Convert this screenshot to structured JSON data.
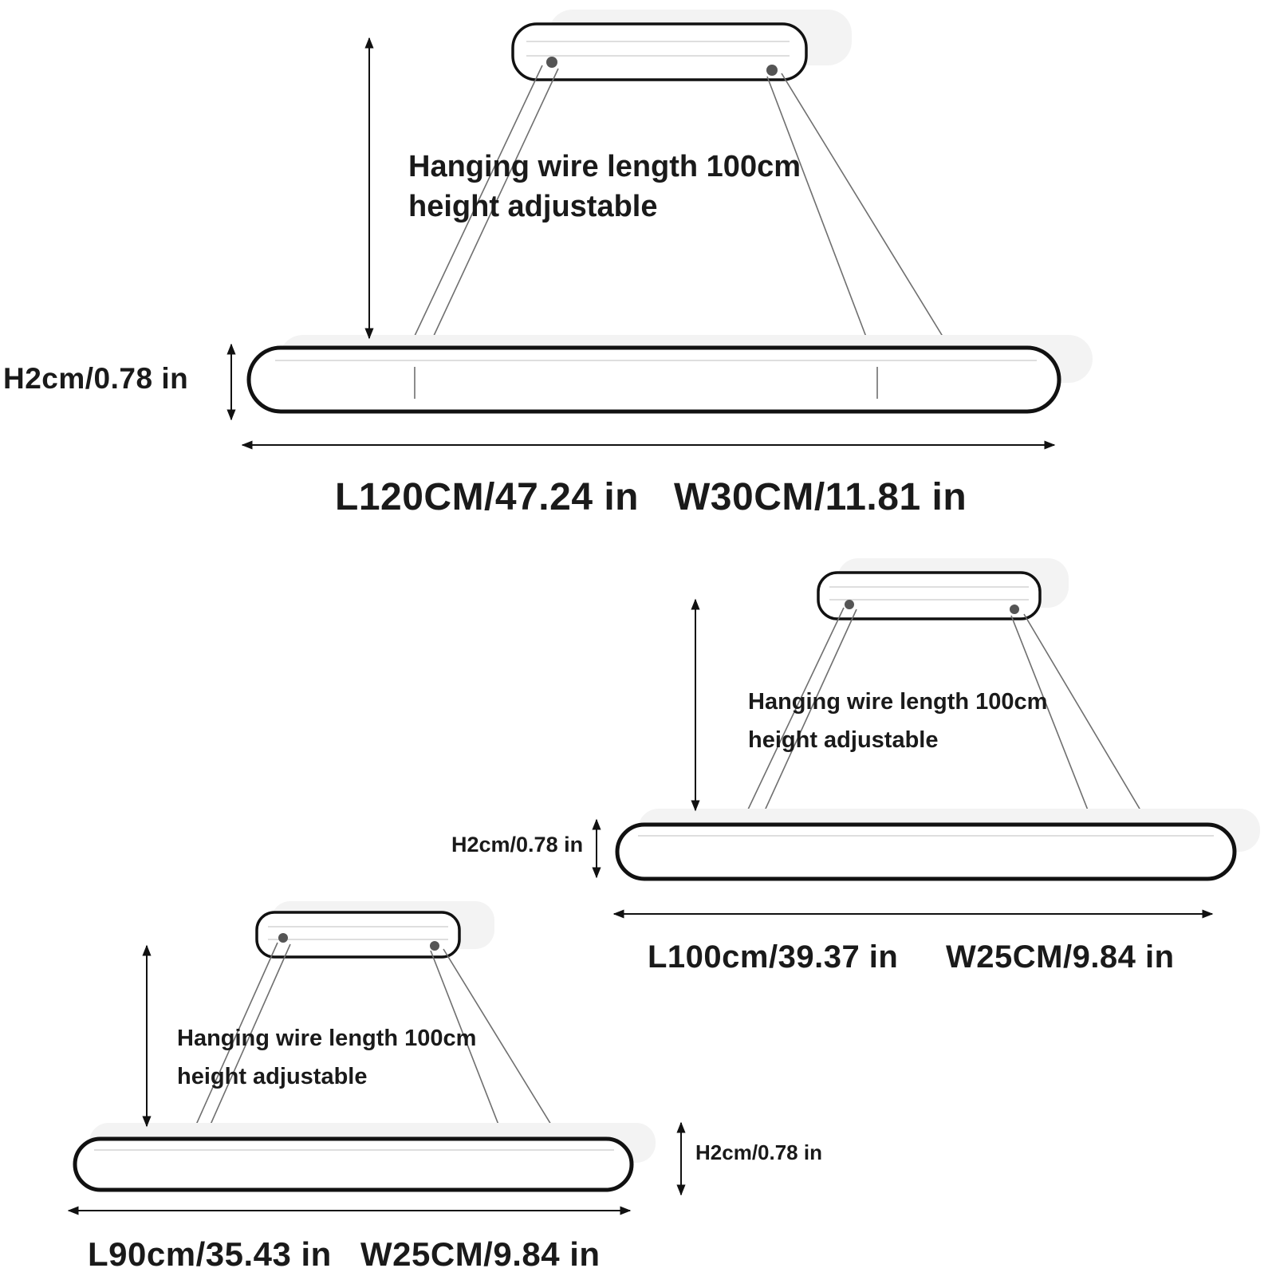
{
  "diagram": {
    "large": {
      "wire_label_line1": "Hanging wire length 100cm",
      "wire_label_line2": "height adjustable",
      "height_label": "H2cm/0.78 in",
      "length_label": "L120CM/47.24 in",
      "width_label": "W30CM/11.81 in"
    },
    "medium": {
      "wire_label_line1": "Hanging wire length 100cm",
      "wire_label_line2": "height adjustable",
      "height_label": "H2cm/0.78 in",
      "length_label": "L100cm/39.37 in",
      "width_label": "W25CM/9.84 in"
    },
    "small": {
      "wire_label_line1": "Hanging wire length 100cm",
      "wire_label_line2": "height adjustable",
      "height_label": "H2cm/0.78 in",
      "length_label": "L90cm/35.43 in",
      "width_label": "W25CM/9.84 in"
    }
  },
  "colors": {
    "line": "#111111",
    "wire": "#6f6f6f",
    "background": "#ffffff"
  }
}
